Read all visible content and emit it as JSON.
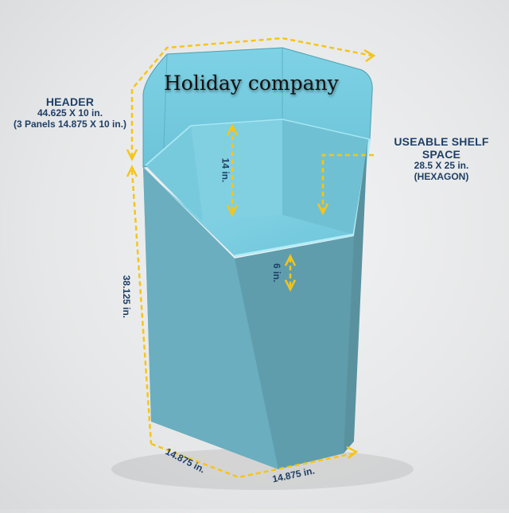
{
  "brand_text": "Holiday company",
  "header_label": {
    "title": "HEADER",
    "size": "44.625 X 10 in.",
    "panels": "(3 Panels 14.875 X 10 in.)"
  },
  "shelf_label": {
    "title": "USEABLE SHELF SPACE",
    "size": "28.5 X 25 in.",
    "shape": "(HEXAGON)"
  },
  "dimensions": {
    "total_height": "38.125 in.",
    "shelf_clearance": "14 in.",
    "shelf_depth": "6 in.",
    "base_left_side": "14.875 in.",
    "base_front_side": "14.875 in."
  },
  "colors": {
    "display_light": "#79cfe3",
    "display_mid": "#66b8cc",
    "display_dark": "#5e9eaf",
    "arrow": "#f5c518",
    "label_text": "#1f3f66"
  }
}
